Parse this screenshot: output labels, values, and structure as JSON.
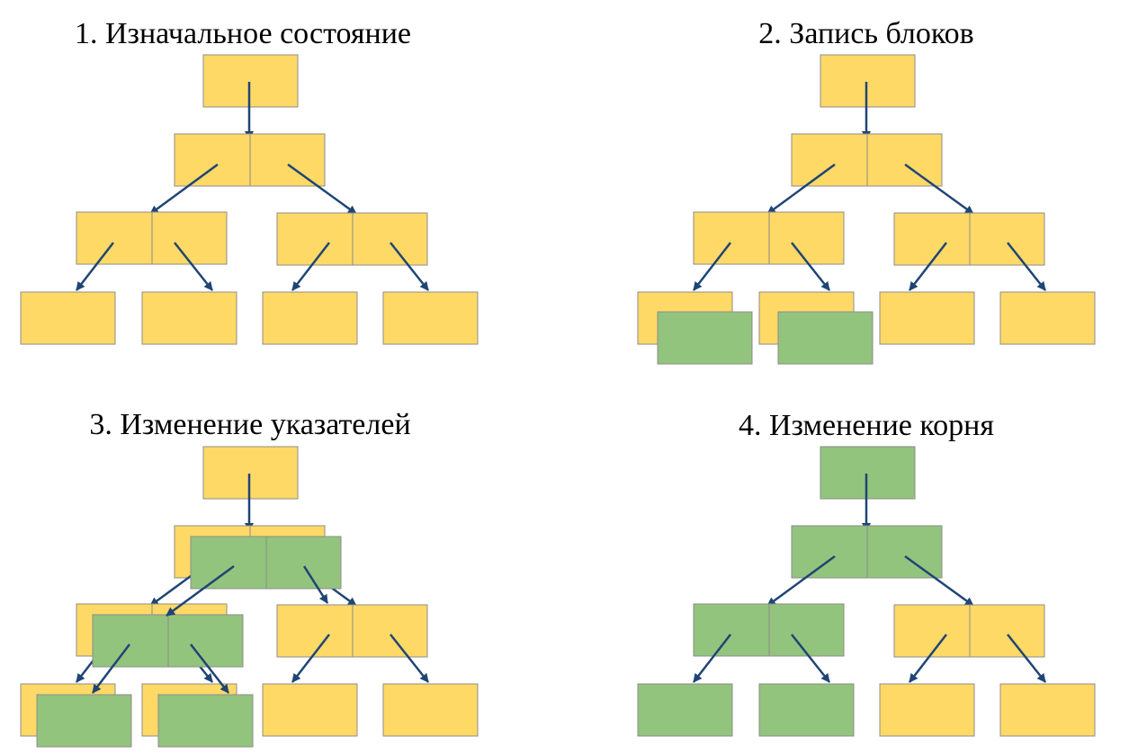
{
  "colors": {
    "original_block": "#ffd966",
    "new_block": "#93c47d",
    "arrow": "#1f4575",
    "border": "#8c8c8c"
  },
  "panels": [
    {
      "number": 1,
      "title": "1. Изначальное состояние"
    },
    {
      "number": 2,
      "title": "2. Запись блоков"
    },
    {
      "number": 3,
      "title": "3. Изменение указателей"
    },
    {
      "number": 4,
      "title": "4. Изменение корня"
    }
  ]
}
